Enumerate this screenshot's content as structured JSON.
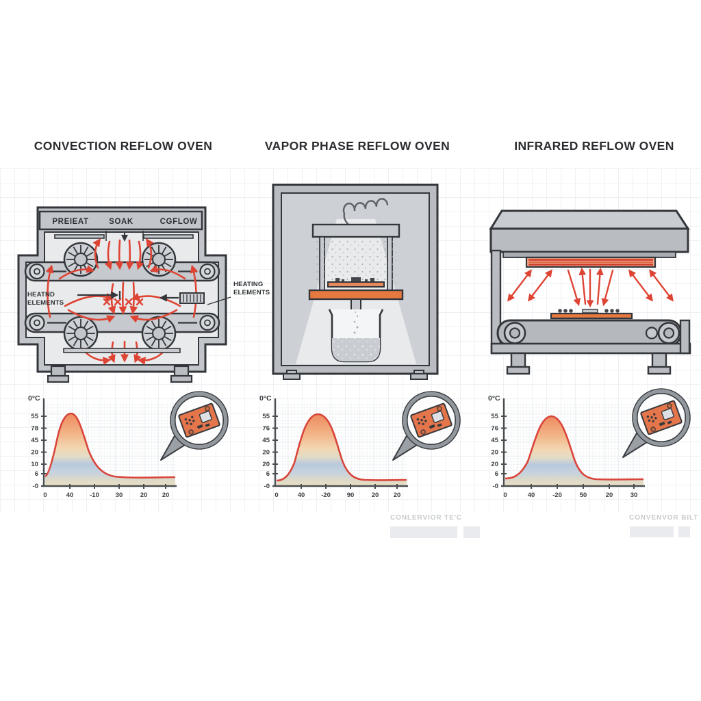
{
  "page": {
    "background": "#ffffff"
  },
  "sections": [
    {
      "title": "CONVECTION REFLOW OVEN",
      "oven": {
        "zone_labels": [
          "PREIEAT",
          "SOAK",
          "CGFLOW"
        ],
        "left_label": {
          "line1": "HEATND",
          "line2": "ELEMENTS"
        },
        "right_label": {
          "line1": "HEATING",
          "line2": "ELEMENTS"
        }
      }
    },
    {
      "title": "VAPOR PHASE REFLOW OVEN",
      "oven": {}
    },
    {
      "title": "INFRARED REFLOW OVEN",
      "oven": {}
    }
  ],
  "chart_data": [
    {
      "type": "area",
      "title": "Convection reflow temperature profile",
      "y_axis_top_label": "0°C",
      "y_tick_labels": [
        "55",
        "78",
        "45",
        "20",
        "10",
        "6",
        "-0"
      ],
      "x_tick_labels": [
        "0",
        "40",
        "-10",
        "30",
        "20",
        "20"
      ],
      "line_color": "#d9453a",
      "grid": true,
      "legend": "none",
      "profile_points_pct": [
        [
          0,
          10
        ],
        [
          8,
          34
        ],
        [
          20,
          100
        ],
        [
          30,
          50
        ],
        [
          42,
          15
        ],
        [
          55,
          11
        ],
        [
          75,
          10
        ],
        [
          100,
          10
        ]
      ]
    },
    {
      "type": "area",
      "title": "Vapor phase reflow temperature profile",
      "y_axis_top_label": "0°C",
      "y_tick_labels": [
        "55",
        "76",
        "45",
        "20",
        "20",
        "6",
        "-0"
      ],
      "x_tick_labels": [
        "0",
        "40",
        "-20",
        "90",
        "20",
        "20"
      ],
      "line_color": "#d9453a",
      "grid": true,
      "legend": "none",
      "profile_points_pct": [
        [
          0,
          6
        ],
        [
          12,
          22
        ],
        [
          25,
          78
        ],
        [
          31,
          100
        ],
        [
          38,
          78
        ],
        [
          50,
          12
        ],
        [
          65,
          8
        ],
        [
          100,
          8
        ]
      ]
    },
    {
      "type": "area",
      "title": "Infrared reflow temperature profile",
      "y_axis_top_label": "0°C",
      "y_tick_labels": [
        "55",
        "76",
        "45",
        "20",
        "20",
        "6",
        "-0"
      ],
      "x_tick_labels": [
        "0",
        "40",
        "-20",
        "50",
        "20",
        "30"
      ],
      "line_color": "#d9453a",
      "grid": true,
      "legend": "none",
      "profile_points_pct": [
        [
          0,
          9
        ],
        [
          15,
          22
        ],
        [
          28,
          80
        ],
        [
          34,
          100
        ],
        [
          42,
          78
        ],
        [
          55,
          14
        ],
        [
          70,
          10
        ],
        [
          100,
          10
        ]
      ]
    }
  ],
  "footer_labels": [
    {
      "text": "CONLERVIOR  TE'C"
    },
    {
      "text": "CONVENVOR  BILT"
    }
  ],
  "colors": {
    "outline": "#33363a",
    "oven_gray": "#c2c6cb",
    "interior": "#e9eaec",
    "arrow_red": "#de4434",
    "accent_orange": "#e5793f",
    "curve_red": "#d9453a"
  }
}
